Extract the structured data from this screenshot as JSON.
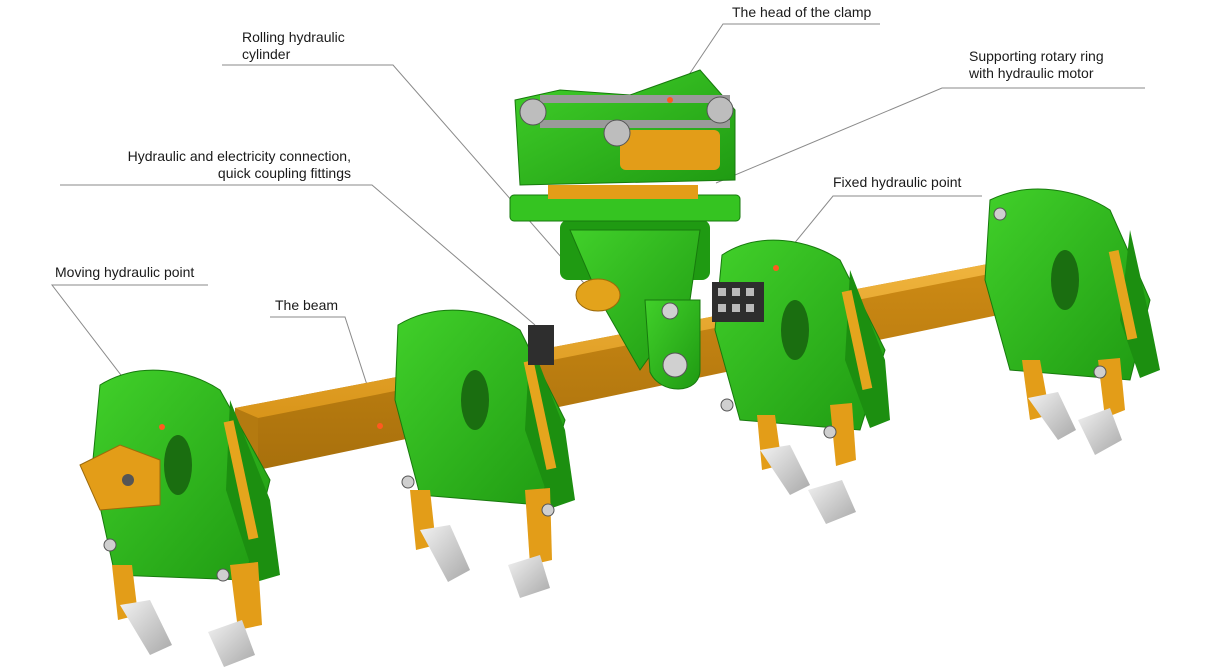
{
  "labels": {
    "head": "The head of the clamp",
    "rolling_line1": "Rolling hydraulic",
    "rolling_line2": "cylinder",
    "rotary_line1": "Supporting rotary ring",
    "rotary_line2": "with hydraulic motor",
    "connection_line1": "Hydraulic and electricity connection,",
    "connection_line2": "quick coupling fittings",
    "fixed_point": "Fixed hydraulic point",
    "moving_point": "Moving hydraulic point",
    "beam": "The beam"
  },
  "colors": {
    "green": "#2fbf1c",
    "green_dark": "#1d8f12",
    "orange": "#e4a01c",
    "orange_dark": "#b97c10",
    "steel": "#c9c9c9",
    "dark": "#2b2b2b",
    "marker": "#ff5a1f",
    "leader": "#8a8a8a"
  }
}
